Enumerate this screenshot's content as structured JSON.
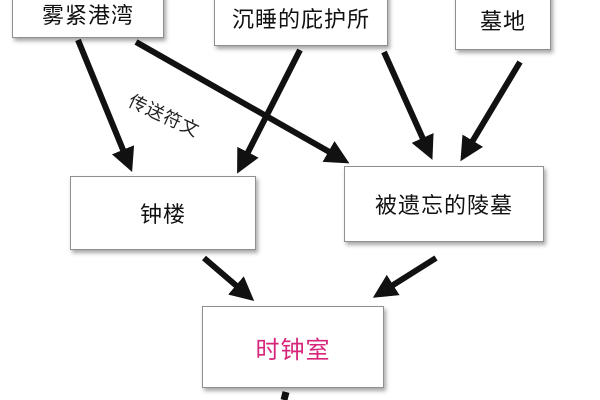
{
  "nodes": {
    "wumi_bay": "雾紧港湾",
    "sleeping_shelter": "沉睡的庇护所",
    "graveyard": "墓地",
    "clock_tower": "钟楼",
    "forgotten_tomb": "被遗忘的陵墓",
    "clock_room": "时钟室"
  },
  "edge_labels": {
    "teleport_rune": "传送符文"
  },
  "colors": {
    "highlight_text": "#d6257a",
    "arrow": "#111111",
    "node_border": "#8f8f8f"
  }
}
